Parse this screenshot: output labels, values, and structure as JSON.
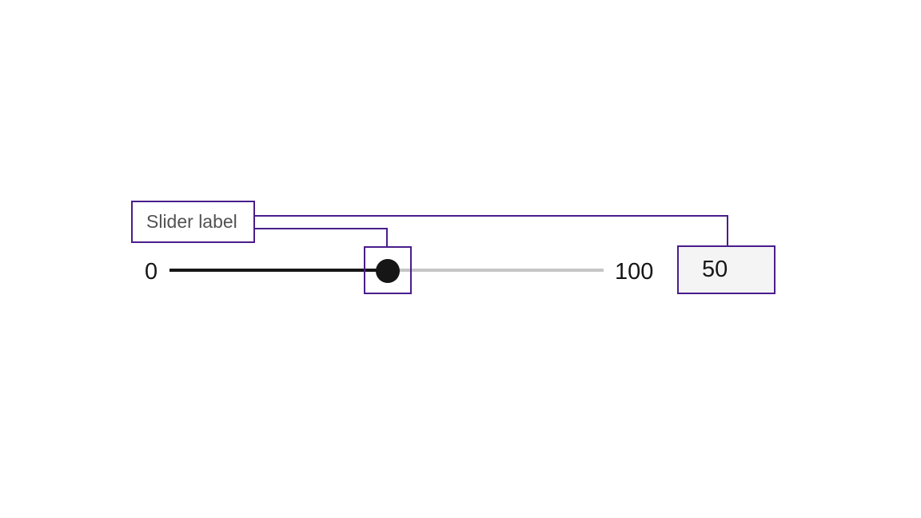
{
  "slider": {
    "label": "Slider label",
    "min_label": "0",
    "max_label": "100",
    "value": "50"
  },
  "colors": {
    "annotation": "#491d8b",
    "track_filled": "#161616",
    "track_rest": "#c6c6c6",
    "handle": "#161616",
    "value_box_bg": "#f4f4f4",
    "label_text": "#525252",
    "dark_text": "#161616",
    "canvas_bg": "#ffffff"
  }
}
